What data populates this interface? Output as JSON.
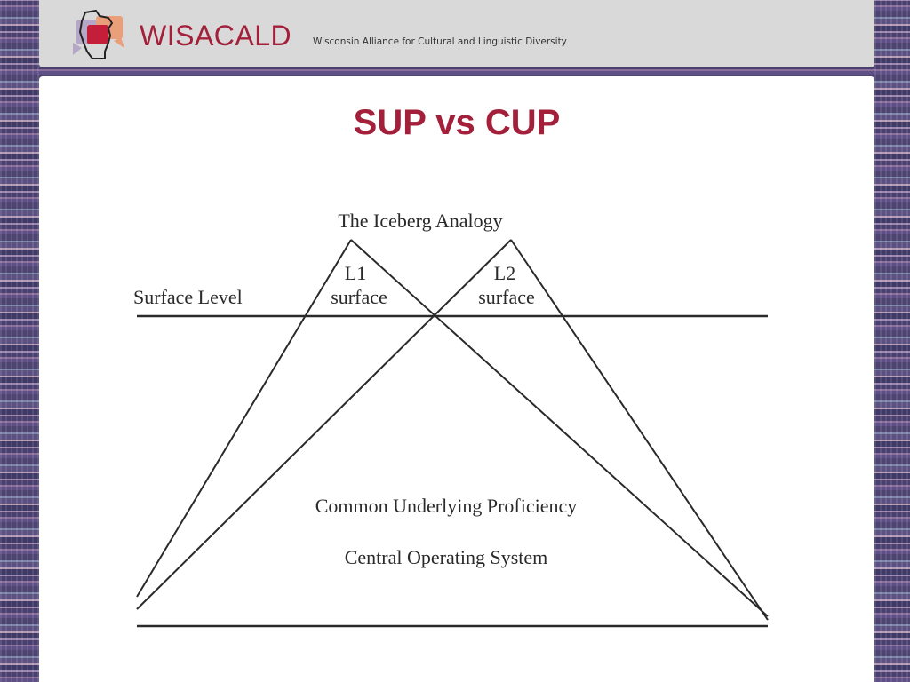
{
  "header": {
    "brand_name": "WISACALD",
    "tagline": "Wisconsin Alliance for Cultural and Linguistic Diversity"
  },
  "slide": {
    "title": "SUP vs CUP"
  },
  "diagram": {
    "title": "The Iceberg Analogy",
    "surface_level_label": "Surface Level",
    "l1_label_line1": "L1",
    "l1_label_line2": "surface",
    "l2_label_line1": "L2",
    "l2_label_line2": "surface",
    "cup_label": "Common Underlying Proficiency",
    "cos_label": "Central Operating System"
  },
  "colors": {
    "brand": "#a31f3a",
    "header_bg": "#d9d9d9",
    "panel_bg": "#ffffff",
    "line": "#2a2a2a"
  }
}
